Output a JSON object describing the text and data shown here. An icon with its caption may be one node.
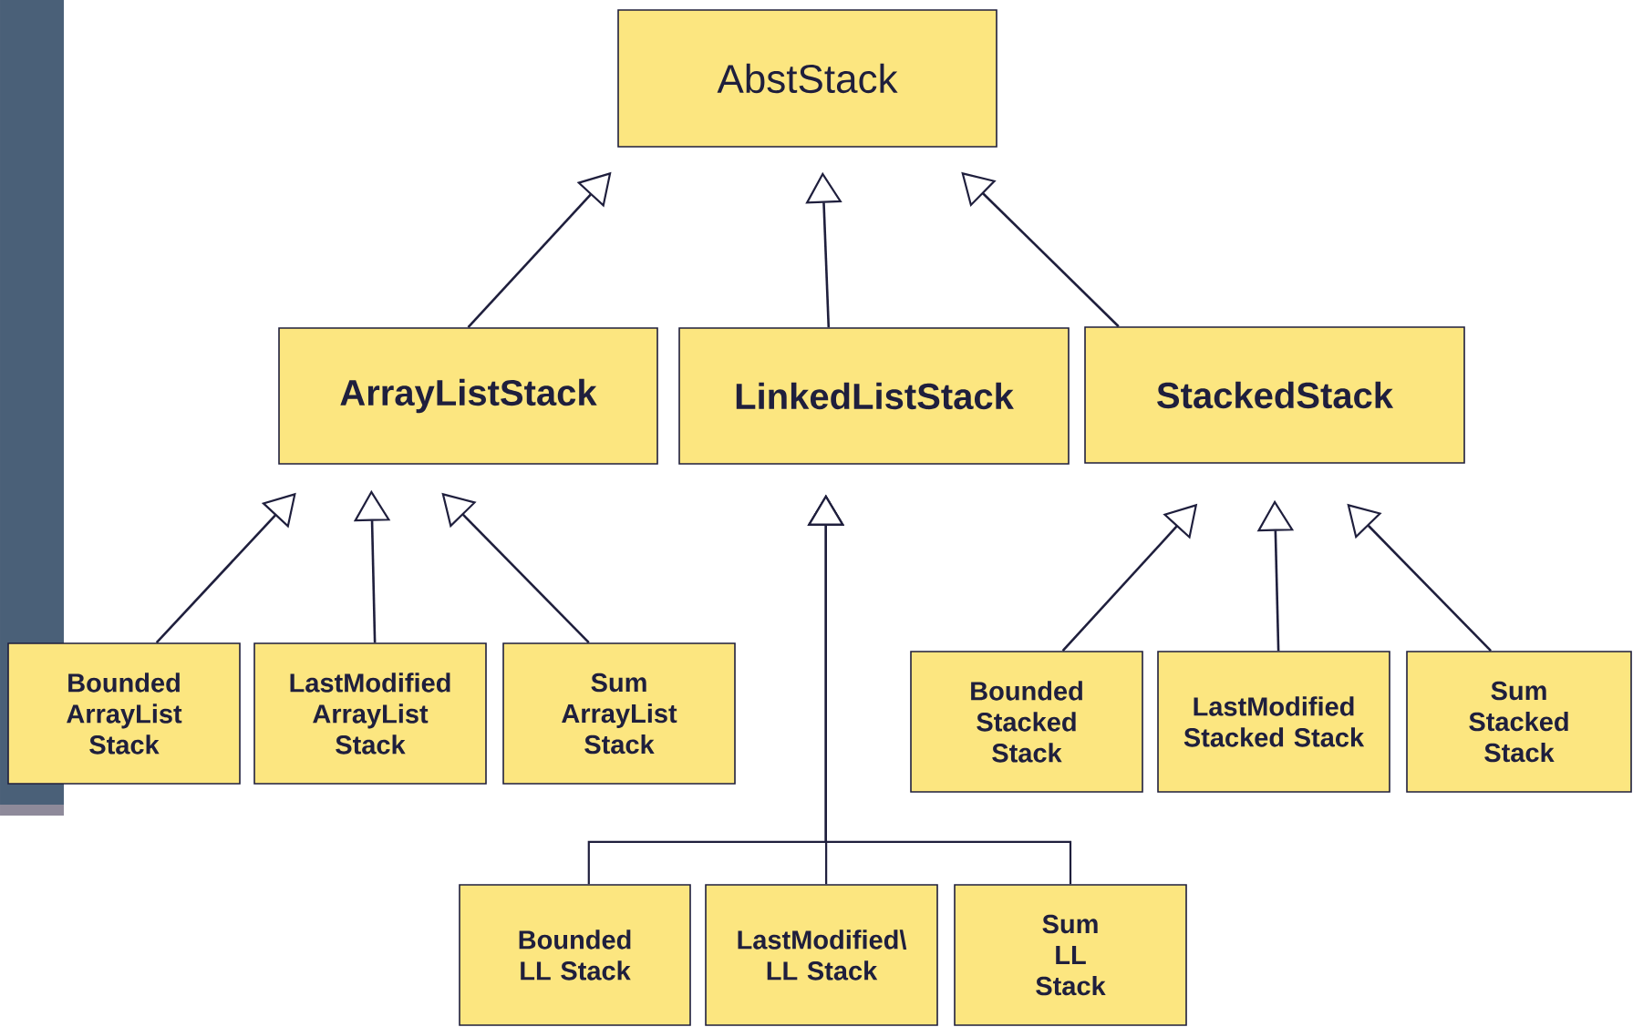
{
  "diagram": {
    "nodes": [
      {
        "text": [
          "AbstStack"
        ]
      },
      {
        "text": [
          "ArrayListStack"
        ]
      },
      {
        "text": [
          "LinkedListStack"
        ]
      },
      {
        "text": [
          "StackedStack"
        ]
      },
      {
        "text": [
          "Bounded ArrayList Stack"
        ]
      },
      {
        "text": [
          "LastModified ArrayList Stack"
        ]
      },
      {
        "text": [
          "Sum ArrayList Stack"
        ]
      },
      {
        "text": [
          "Bounded LL Stack"
        ]
      },
      {
        "text": [
          "LastModified\\ LL Stack"
        ]
      },
      {
        "text": [
          "Sum LL Stack"
        ]
      },
      {
        "text": [
          "Bounded Stacked Stack"
        ]
      },
      {
        "text": [
          "LastModified Stacked Stack"
        ]
      },
      {
        "text": [
          "Sum Stacked Stack"
        ]
      }
    ],
    "edges": [
      {
        "from": 1,
        "to": 0,
        "arrow": "to"
      },
      {
        "from": 2,
        "to": 0,
        "arrow": "to"
      },
      {
        "from": 3,
        "to": 0,
        "arrow": "to"
      },
      {
        "from": 4,
        "to": 1,
        "arrow": "to"
      },
      {
        "from": 5,
        "to": 1,
        "arrow": "to"
      },
      {
        "from": 6,
        "to": 1,
        "arrow": "to"
      },
      {
        "from": 7,
        "to": 2,
        "arrow": "to"
      },
      {
        "from": 8,
        "to": 2,
        "arrow": "to"
      },
      {
        "from": 9,
        "to": 2,
        "arrow": "to"
      },
      {
        "from": 10,
        "to": 3,
        "arrow": "to"
      },
      {
        "from": 11,
        "to": 3,
        "arrow": "to"
      },
      {
        "from": 12,
        "to": 3,
        "arrow": "to"
      }
    ]
  }
}
